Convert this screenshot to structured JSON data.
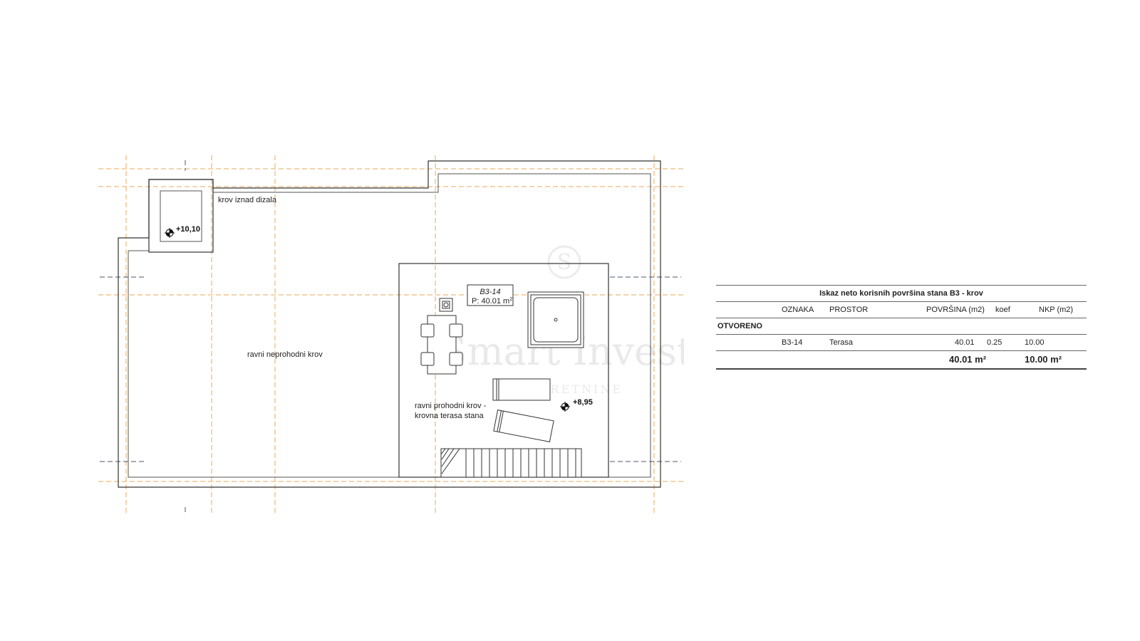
{
  "plan": {
    "labels": {
      "lift_roof": "krov iznad dizala",
      "flat_roof": "ravni neprohodni krov",
      "terrace_line1": "ravni prohodni krov -",
      "terrace_line2": "krovna terasa stana"
    },
    "elevations": {
      "lift": "+10,10",
      "terrace": "+8,95"
    },
    "room_tag": {
      "code": "B3-14",
      "area_prefix": "P: 40.01 m",
      "area_sup": "2"
    },
    "watermark": {
      "line1": "Smart Invest",
      "line2": "NEKRETNINE"
    },
    "colors": {
      "axis": "#e8a85a",
      "centerline": "#4b5566",
      "wall": "#333333"
    }
  },
  "table": {
    "title": "Iskaz neto korisnih površina stana B3 - krov",
    "headers": {
      "oznaka": "OZNAKA",
      "prostor": "PROSTOR",
      "povrsina": "POVRŠINA (m2)",
      "koef": "koef",
      "nkp": "NKP (m2)"
    },
    "section": "OTVORENO",
    "rows": [
      {
        "oznaka": "B3-14",
        "prostor": "Terasa",
        "povrsina": "40.01",
        "koef": "0.25",
        "nkp": "10.00"
      }
    ],
    "total": {
      "povrsina": "40.01 m²",
      "nkp": "10.00 m²"
    }
  }
}
